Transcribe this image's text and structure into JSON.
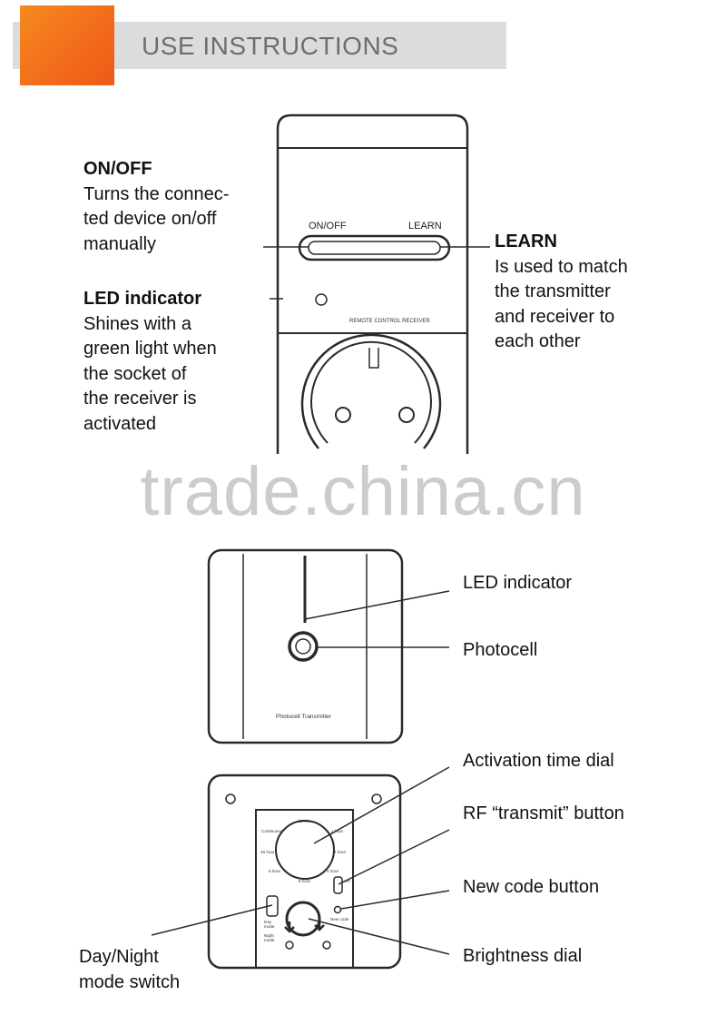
{
  "header": {
    "title": "USE INSTRUCTIONS"
  },
  "receiver": {
    "onoff_title": "ON/OFF",
    "onoff_desc": [
      "Turns the connec-",
      "ted device on/off",
      "manually"
    ],
    "led_title": "LED indicator",
    "led_desc": [
      "Shines with a",
      "green light when",
      "the socket of",
      "the receiver is",
      "activated"
    ],
    "learn_title": "LEARN",
    "learn_desc": [
      "Is used to match",
      "the transmitter",
      "and receiver to",
      "each other"
    ],
    "device_onoff": "ON/OFF",
    "device_learn": "LEARN",
    "device_label": "REMOTE CONTROL RECEIVER"
  },
  "watermark": "trade.china.cn",
  "transmitter_front": {
    "label_led": "LED indicator",
    "label_photocell": "Photocell",
    "device_label": "Photocell Transmitter"
  },
  "transmitter_back": {
    "label_activation": "Activation time dial",
    "label_rf": "RF “transmit” button",
    "label_newcode": "New code button",
    "label_brightness": "Brightness dial",
    "label_daynight": [
      "Day/Night",
      "mode switch"
    ],
    "dial_30min": "30 min",
    "dial_continuous": "Continuous",
    "dial_1hour": "1 hour",
    "dial_16hour": "16 hour",
    "dial_2hour": "2 hour",
    "dial_8hour": "8 hour",
    "dial_4hour": "4 hour",
    "dial_6hour": "6 hour",
    "rf_small": "RF",
    "newcode_small": "New code",
    "daynight_small": [
      "Day",
      "mode",
      "",
      "Night",
      "mode"
    ]
  },
  "colors": {
    "accent": "#f26a1b",
    "header_bar": "#dcdcdc",
    "header_text": "#6e6e6e"
  }
}
